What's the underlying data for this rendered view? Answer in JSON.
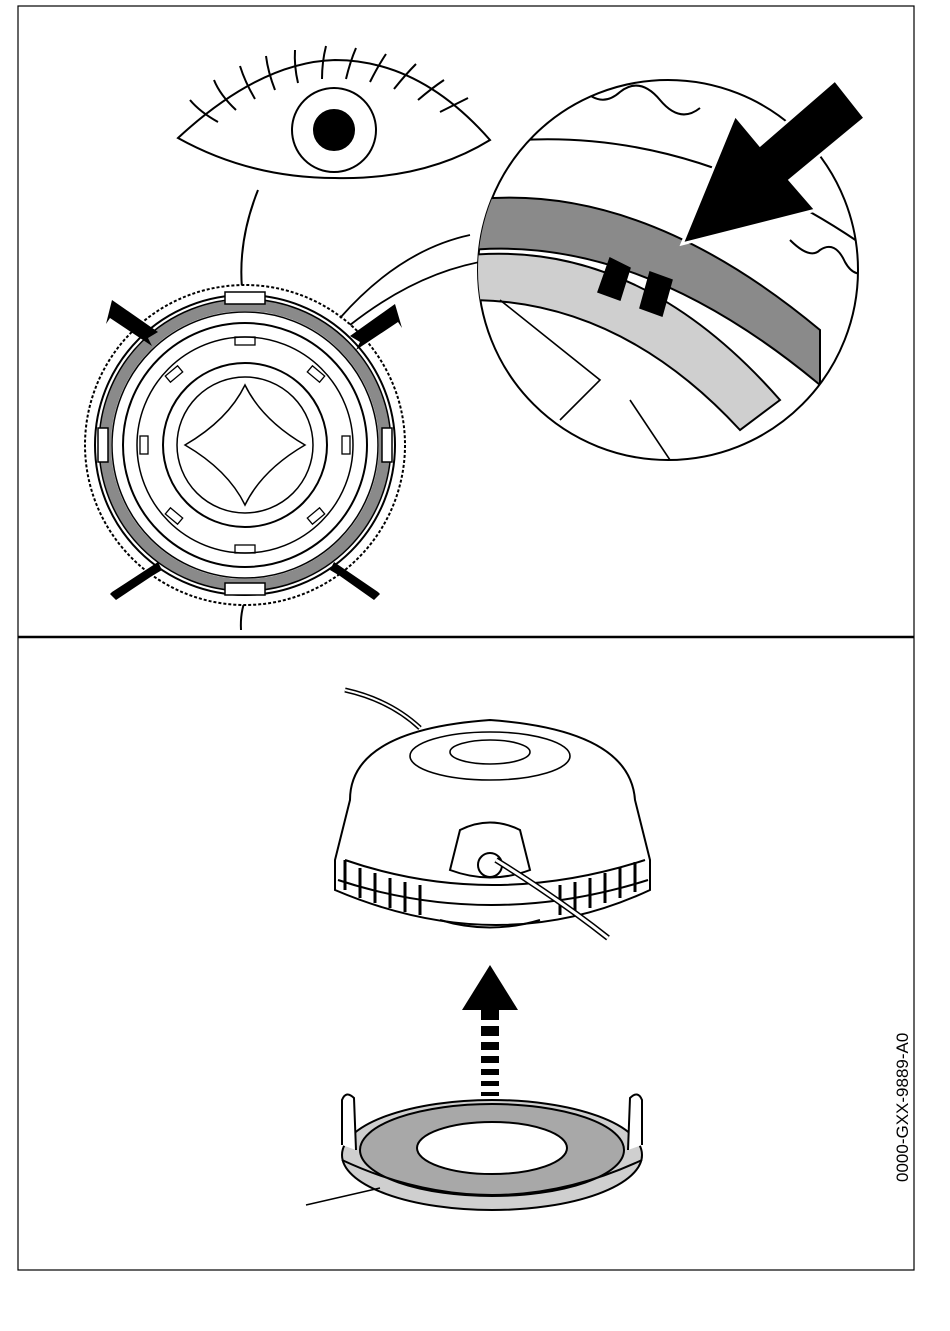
{
  "document": {
    "code": "0000-GXX-9889-A0"
  },
  "colors": {
    "line": "#000000",
    "dark_gray": "#7a7a7a",
    "light_gray": "#cfcfcf",
    "mid_gray": "#a8a8a8",
    "background": "#ffffff"
  },
  "icons": {
    "top_panel": [
      "eye-icon",
      "trimmer-head-ring-view",
      "magnifier-callout",
      "pointing-arrow-icon"
    ],
    "bottom_panel": [
      "trimmer-head-cover",
      "dashed-up-arrow-icon",
      "base-ring"
    ]
  }
}
